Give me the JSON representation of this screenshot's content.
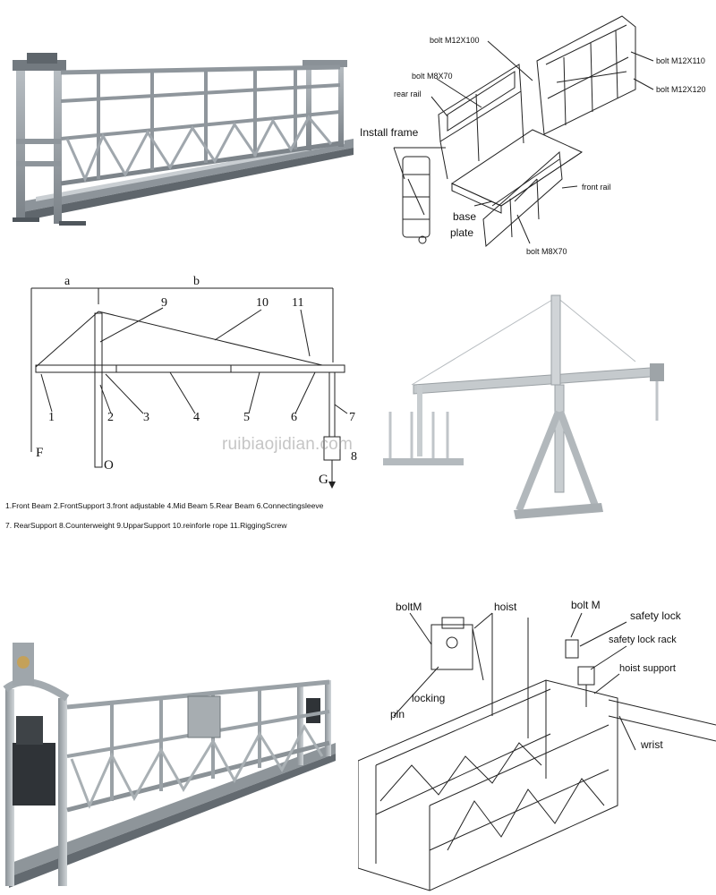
{
  "watermark": "ruibiaojidian.com",
  "exploded_view": {
    "labels": {
      "bolt_m12x100": "bolt M12X100",
      "bolt_m8x70_top": "bolt M8X70",
      "rear_rail": "rear rail",
      "install_frame": "Install frame",
      "bolt_m12x110": "bolt M12X110",
      "bolt_m12x120": "bolt M12X120",
      "front_rail": "front rail",
      "base": "base",
      "plate": "plate",
      "bolt_m8x70_bottom": "bolt M8X70"
    }
  },
  "suspension_mechanism": {
    "dim_a": "a",
    "dim_b": "b",
    "callouts": [
      "1",
      "2",
      "3",
      "4",
      "5",
      "6",
      "7",
      "8",
      "9",
      "10",
      "11"
    ],
    "letters": {
      "F": "F",
      "O": "O",
      "G": "G"
    },
    "legend_line1": "1.Front Beam    2.FrontSupport    3.front adjustable    4.Mid Beam    5.Rear Beam    6.Connectingsleeve",
    "legend_line2": "7. RearSupport    8.Counterweight    9.UpparSupport    10.reinforle rope    11.RiggingScrew"
  },
  "platform_detail": {
    "labels": {
      "bolt_m_left": "boltM",
      "hoist": "hoist",
      "bolt_m_right": "bolt M",
      "safety_lock": "safety lock",
      "safety_lock_rack": "safety lock rack",
      "hoist_support": "hoist support",
      "locking": "locking",
      "pin": "pin",
      "wrist": "wrist"
    }
  }
}
